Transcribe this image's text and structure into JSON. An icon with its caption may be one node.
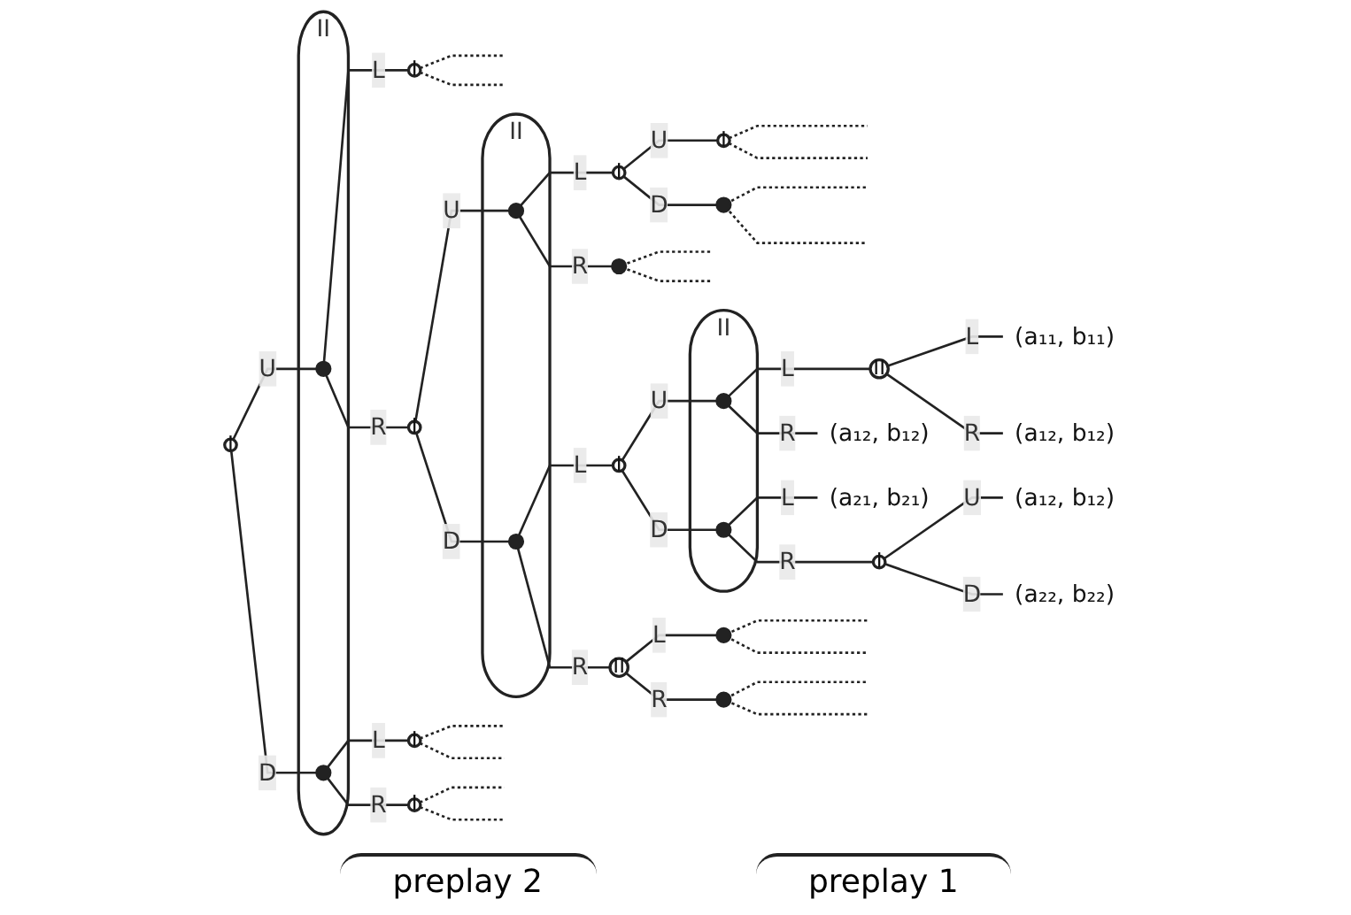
{
  "diagram": {
    "nodes": [
      {
        "text": [
          "I"
        ]
      },
      {
        "text": [
          "II"
        ]
      },
      {
        "text": [],
        "shape": "circle",
        "in": 1
      },
      {
        "text": [],
        "shape": "circle",
        "in": 1
      },
      {
        "text": [
          "I"
        ]
      },
      {
        "text": [
          "I"
        ]
      },
      {
        "text": [
          "I"
        ]
      },
      {
        "text": [
          "I"
        ]
      },
      {
        "text": [
          "II"
        ]
      },
      {
        "text": [],
        "shape": "circle",
        "in": 8
      },
      {
        "text": [],
        "shape": "circle",
        "in": 8
      },
      {
        "text": [
          "I"
        ]
      },
      {
        "text": [],
        "shape": "circle"
      },
      {
        "text": [
          "I"
        ]
      },
      {
        "text": [
          "II"
        ]
      },
      {
        "text": [
          "I"
        ]
      },
      {
        "text": [],
        "shape": "circle"
      },
      {
        "text": [],
        "shape": "circle"
      },
      {
        "text": [],
        "shape": "circle"
      },
      {
        "text": [
          "II"
        ]
      },
      {
        "text": [],
        "shape": "circle",
        "in": 19
      },
      {
        "text": [],
        "shape": "circle",
        "in": 19
      },
      {
        "text": [
          "II"
        ]
      },
      {
        "text": [
          "I"
        ]
      },
      {
        "text": [
          "(a₁₁, b₁₁)"
        ]
      },
      {
        "text": [
          "(a₁₂, b₁₂)"
        ]
      },
      {
        "text": [
          "(a₁₂, b₁₂)"
        ]
      },
      {
        "text": [
          "(a₂₁, b₂₁)"
        ]
      },
      {
        "text": [
          "(a₁₂, b₁₂)"
        ]
      },
      {
        "text": [
          "(a₂₂, b₂₂)"
        ]
      }
    ],
    "edges": [
      {
        "from": 0,
        "to": 2,
        "arrow": "none",
        "label": "U"
      },
      {
        "from": 0,
        "to": 3,
        "arrow": "none",
        "label": "D"
      },
      {
        "from": 2,
        "to": 4,
        "arrow": "none",
        "label": "L"
      },
      {
        "from": 2,
        "to": 5,
        "arrow": "none",
        "label": "R"
      },
      {
        "from": 3,
        "to": 6,
        "arrow": "none",
        "label": "L"
      },
      {
        "from": 3,
        "to": 7,
        "arrow": "none",
        "label": "R"
      },
      {
        "from": 4,
        "to": null,
        "arrow": "none",
        "style": "dashed"
      },
      {
        "from": 4,
        "to": null,
        "arrow": "none",
        "style": "dashed"
      },
      {
        "from": 6,
        "to": null,
        "arrow": "none",
        "style": "dashed"
      },
      {
        "from": 6,
        "to": null,
        "arrow": "none",
        "style": "dashed"
      },
      {
        "from": 7,
        "to": null,
        "arrow": "none",
        "style": "dashed"
      },
      {
        "from": 7,
        "to": null,
        "arrow": "none",
        "style": "dashed"
      },
      {
        "from": 5,
        "to": 9,
        "arrow": "none",
        "label": "U"
      },
      {
        "from": 5,
        "to": 10,
        "arrow": "none",
        "label": "D"
      },
      {
        "from": 9,
        "to": 11,
        "arrow": "none",
        "label": "L"
      },
      {
        "from": 9,
        "to": 12,
        "arrow": "none",
        "label": "R"
      },
      {
        "from": 10,
        "to": 13,
        "arrow": "none",
        "label": "L"
      },
      {
        "from": 10,
        "to": 14,
        "arrow": "none",
        "label": "R"
      },
      {
        "from": 11,
        "to": 15,
        "arrow": "none",
        "label": "U"
      },
      {
        "from": 11,
        "to": 16,
        "arrow": "none",
        "label": "D"
      },
      {
        "from": 14,
        "to": 17,
        "arrow": "none",
        "label": "L"
      },
      {
        "from": 14,
        "to": 18,
        "arrow": "none",
        "label": "R"
      },
      {
        "from": 15,
        "to": null,
        "arrow": "none",
        "style": "dashed"
      },
      {
        "from": 15,
        "to": null,
        "arrow": "none",
        "style": "dashed"
      },
      {
        "from": 16,
        "to": null,
        "arrow": "none",
        "style": "dashed"
      },
      {
        "from": 16,
        "to": null,
        "arrow": "none",
        "style": "dashed"
      },
      {
        "from": 12,
        "to": null,
        "arrow": "none",
        "style": "dashed"
      },
      {
        "from": 12,
        "to": null,
        "arrow": "none",
        "style": "dashed"
      },
      {
        "from": 17,
        "to": null,
        "arrow": "none",
        "style": "dashed"
      },
      {
        "from": 17,
        "to": null,
        "arrow": "none",
        "style": "dashed"
      },
      {
        "from": 18,
        "to": null,
        "arrow": "none",
        "style": "dashed"
      },
      {
        "from": 18,
        "to": null,
        "arrow": "none",
        "style": "dashed"
      },
      {
        "from": 13,
        "to": 20,
        "arrow": "none",
        "label": "U"
      },
      {
        "from": 13,
        "to": 21,
        "arrow": "none",
        "label": "D"
      },
      {
        "from": 20,
        "to": 22,
        "arrow": "none",
        "label": "L"
      },
      {
        "from": 20,
        "to": 26,
        "arrow": "none",
        "label": "R"
      },
      {
        "from": 21,
        "to": 27,
        "arrow": "none",
        "label": "L"
      },
      {
        "from": 21,
        "to": 23,
        "arrow": "none",
        "label": "R"
      },
      {
        "from": 22,
        "to": 24,
        "arrow": "none",
        "label": "L"
      },
      {
        "from": 22,
        "to": 25,
        "arrow": "none",
        "label": "R"
      },
      {
        "from": 23,
        "to": 28,
        "arrow": "none",
        "label": "U"
      },
      {
        "from": 23,
        "to": 29,
        "arrow": "none",
        "label": "D"
      }
    ],
    "labels": [
      "preplay 2",
      "preplay 1"
    ]
  }
}
